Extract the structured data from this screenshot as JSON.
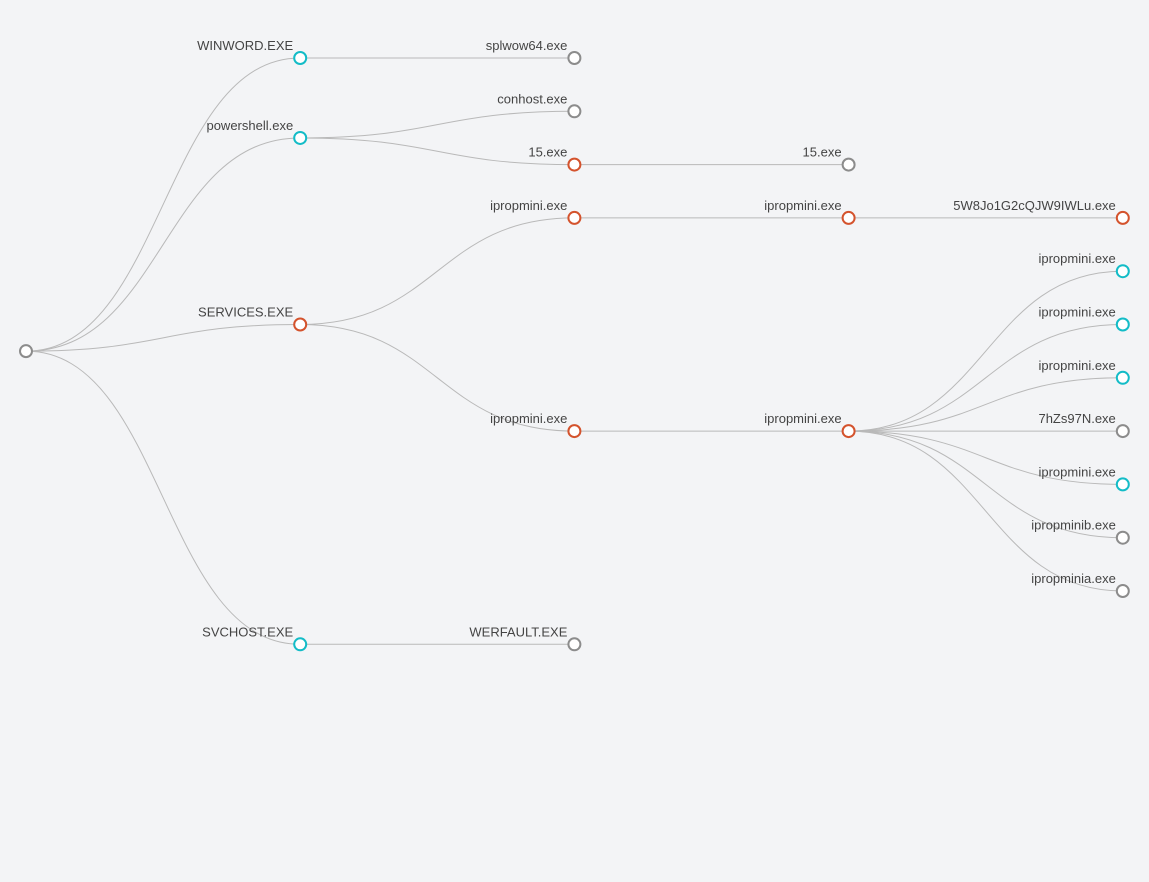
{
  "colors": {
    "background": "#f3f4f6",
    "link": "#b9b9b9",
    "label": "#444444",
    "status": {
      "neutral": "#8c8c8c",
      "benign": "#13bcc7",
      "malicious": "#d4532d"
    }
  },
  "tree": {
    "label": "",
    "status": "neutral",
    "children": [
      {
        "label": "WINWORD.EXE",
        "status": "benign",
        "children": [
          {
            "label": "splwow64.exe",
            "status": "neutral",
            "children": []
          }
        ]
      },
      {
        "label": "powershell.exe",
        "status": "benign",
        "children": [
          {
            "label": "conhost.exe",
            "status": "neutral",
            "children": []
          },
          {
            "label": "15.exe",
            "status": "malicious",
            "children": [
              {
                "label": "15.exe",
                "status": "neutral",
                "children": []
              }
            ]
          }
        ]
      },
      {
        "label": "SERVICES.EXE",
        "status": "malicious",
        "children": [
          {
            "label": "ipropmini.exe",
            "status": "malicious",
            "children": [
              {
                "label": "ipropmini.exe",
                "status": "malicious",
                "children": [
                  {
                    "label": "5W8Jo1G2cQJW9IWLu.exe",
                    "status": "malicious",
                    "children": []
                  }
                ]
              }
            ]
          },
          {
            "label": "ipropmini.exe",
            "status": "malicious",
            "children": [
              {
                "label": "ipropmini.exe",
                "status": "malicious",
                "children": [
                  {
                    "label": "ipropmini.exe",
                    "status": "benign",
                    "children": []
                  },
                  {
                    "label": "ipropmini.exe",
                    "status": "benign",
                    "children": []
                  },
                  {
                    "label": "ipropmini.exe",
                    "status": "benign",
                    "children": []
                  },
                  {
                    "label": "7hZs97N.exe",
                    "status": "neutral",
                    "children": []
                  },
                  {
                    "label": "ipropmini.exe",
                    "status": "benign",
                    "children": []
                  },
                  {
                    "label": "ipropminib.exe",
                    "status": "neutral",
                    "children": []
                  },
                  {
                    "label": "ipropminia.exe",
                    "status": "neutral",
                    "children": []
                  }
                ]
              }
            ]
          }
        ]
      },
      {
        "label": "SVCHOST.EXE",
        "status": "benign",
        "children": [
          {
            "label": "WERFAULT.EXE",
            "status": "neutral",
            "children": []
          }
        ]
      }
    ]
  }
}
